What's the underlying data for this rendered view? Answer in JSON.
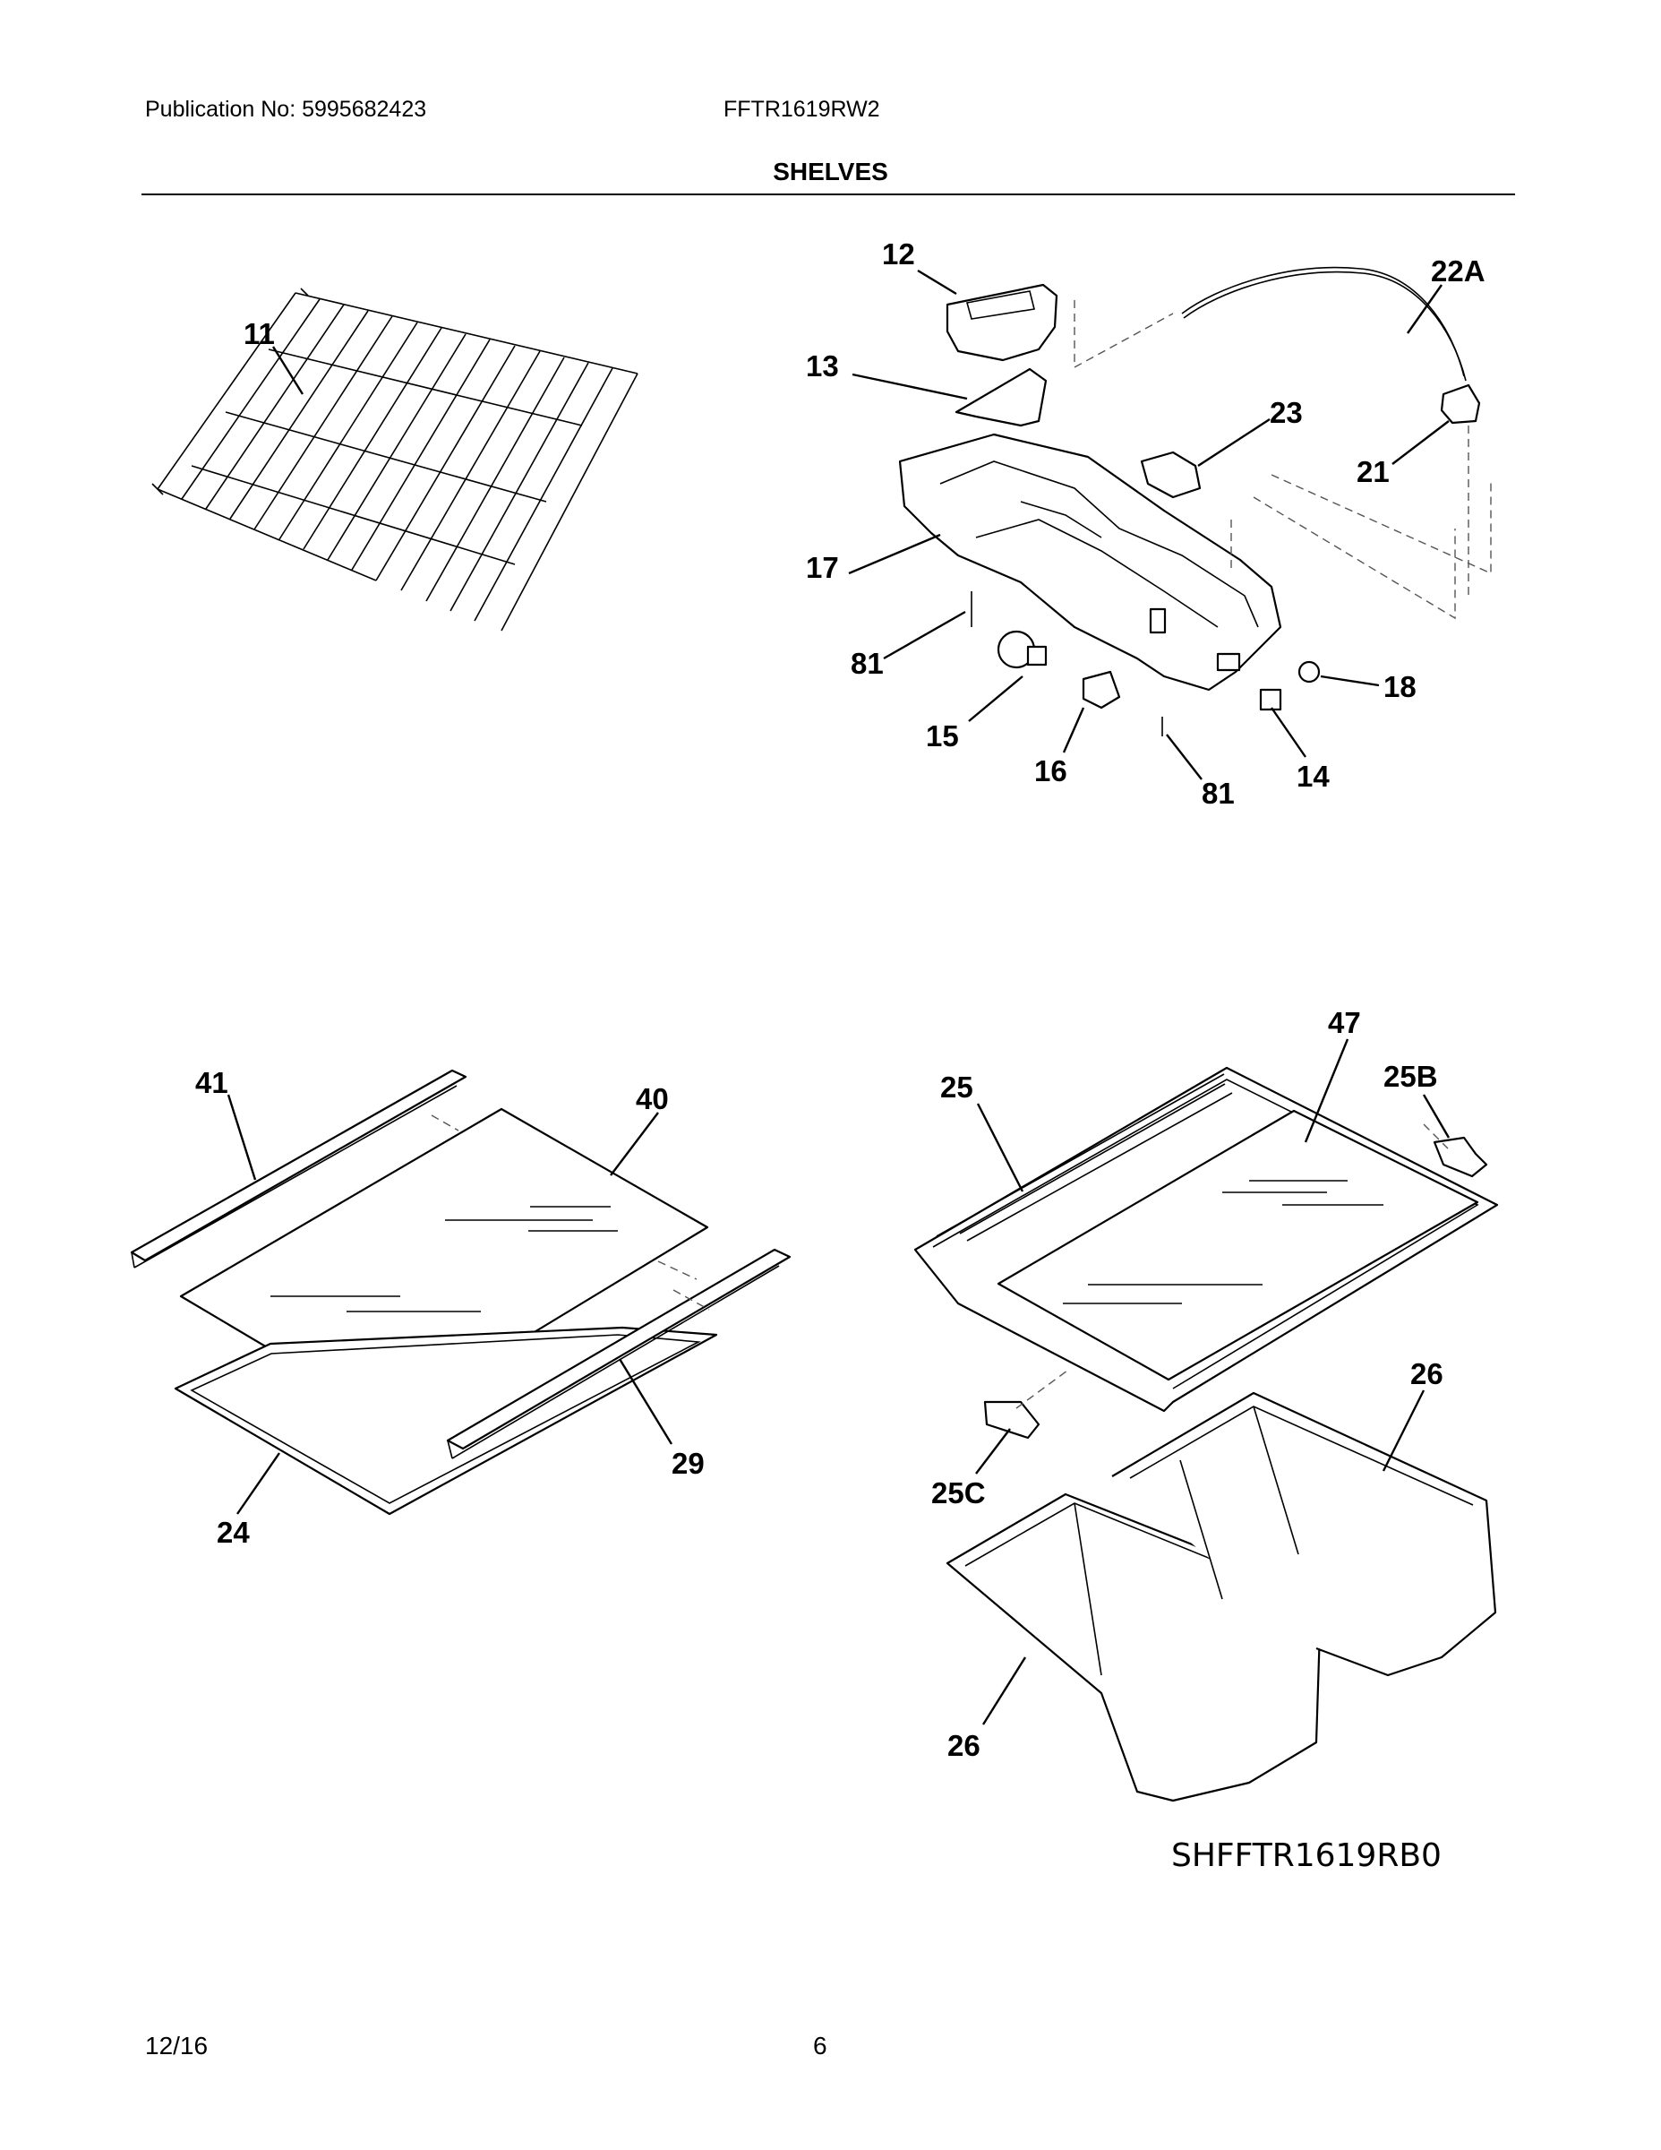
{
  "header": {
    "publication": "Publication No: 5995682423",
    "model": "FFTR1619RW2",
    "section_title": "SHELVES"
  },
  "callouts": {
    "p11": "11",
    "p12": "12",
    "p22A": "22A",
    "p13": "13",
    "p23": "23",
    "p21": "21",
    "p17": "17",
    "p81a": "81",
    "p18": "18",
    "p15": "15",
    "p16": "16",
    "p81b": "81",
    "p14": "14",
    "p41": "41",
    "p40": "40",
    "p29": "29",
    "p24": "24",
    "p47": "47",
    "p25": "25",
    "p25B": "25B",
    "p26a": "26",
    "p25C": "25C",
    "p26b": "26"
  },
  "drawing_code": "SHFFTR1619RB0",
  "footer": {
    "date": "12/16",
    "page": "6"
  }
}
